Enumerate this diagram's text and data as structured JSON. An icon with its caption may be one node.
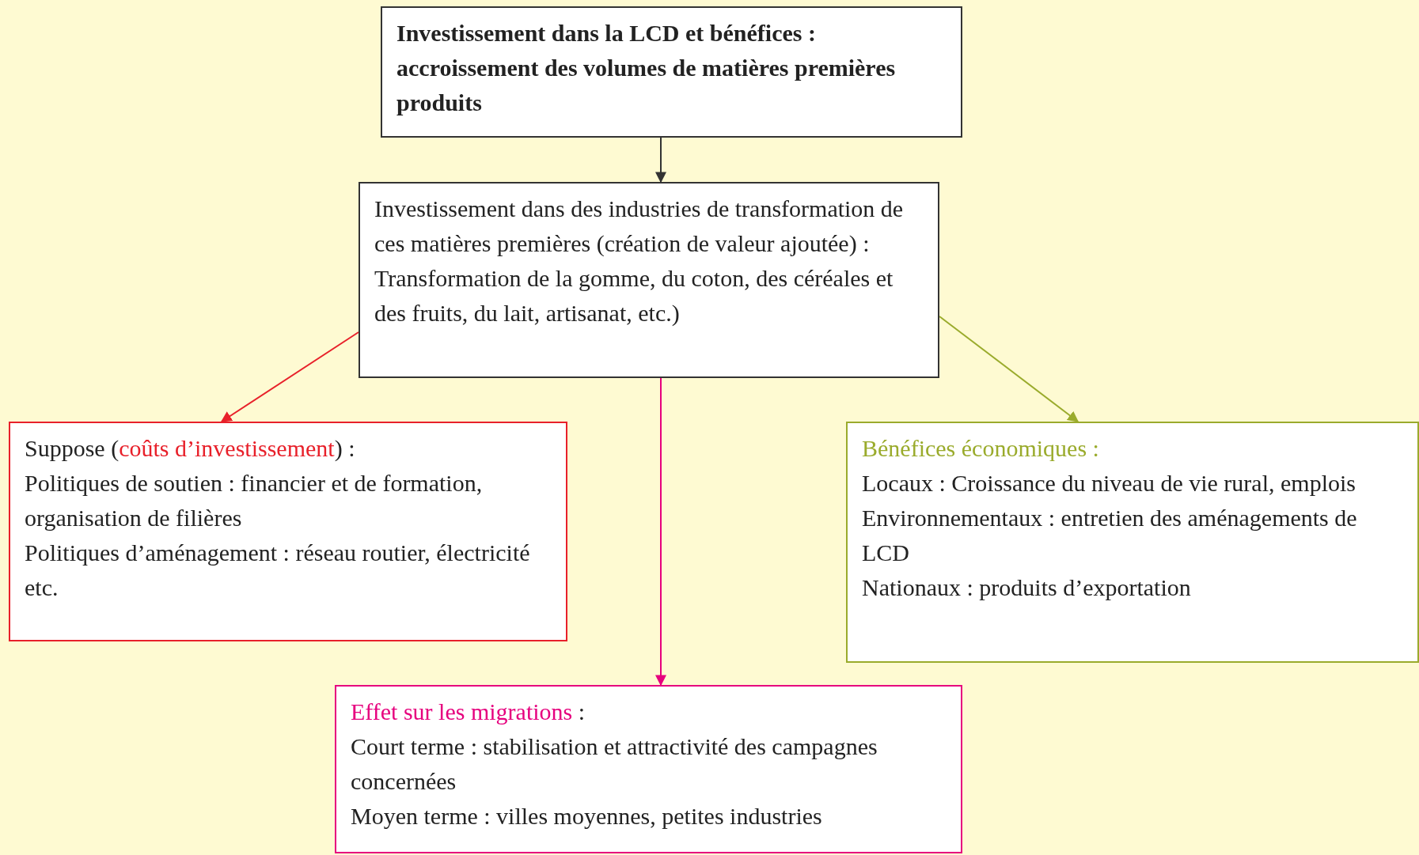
{
  "diagram": {
    "nodes": [
      {
        "text": [
          "Investissement dans la LCD et bénéfices : accroissement des volumes de matières premières produits"
        ]
      },
      {
        "text": [
          "Investissement dans des industries de transformation de ces matières premières (création de valeur ajoutée) :",
          "Transformation de la gomme, du coton, des céréales et des fruits, du lait, artisanat, etc.)"
        ]
      },
      {
        "text": [
          "Suppose (coûts d’investissement) :",
          "Politiques de soutien : financier et de formation, organisation de filières",
          "Politiques d’aménagement : réseau routier, électricité etc."
        ]
      },
      {
        "text": [
          "Bénéfices économiques :",
          "Locaux : Croissance du niveau de vie rural, emplois",
          "Environnementaux : entretien des aménagements de LCD",
          "Nationaux : produits d’exportation"
        ]
      },
      {
        "text": [
          "Effet sur les migrations :",
          "Court terme : stabilisation et attractivité des campagnes concernées",
          "Moyen terme : villes moyennes, petites industries"
        ]
      }
    ],
    "edges": [
      {
        "from": 0,
        "to": 1,
        "arrow": "to"
      },
      {
        "from": 1,
        "to": 2,
        "arrow": "to",
        "color": "#e8202a"
      },
      {
        "from": 1,
        "to": 4,
        "arrow": "to",
        "color": "#e6007e"
      },
      {
        "from": 1,
        "to": 3,
        "arrow": "to",
        "color": "#9aab2c"
      }
    ]
  }
}
